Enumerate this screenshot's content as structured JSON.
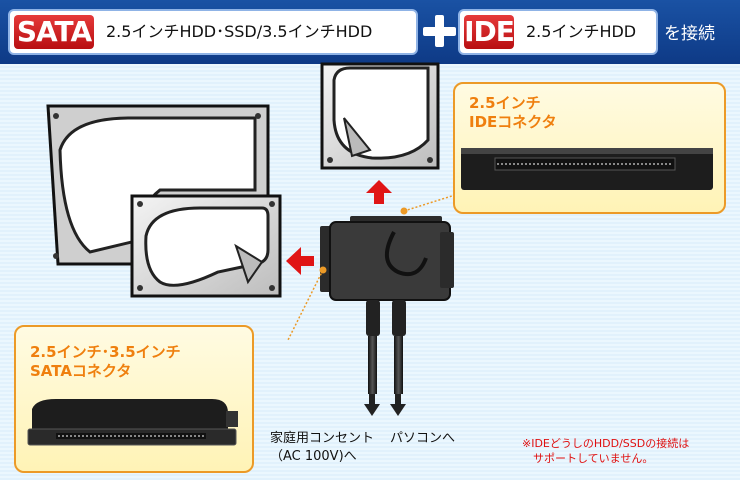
{
  "header": {
    "sata": {
      "label": "SATA",
      "description": "2.5インチHDD･SSD/3.5インチHDD"
    },
    "plus_icon": "plus-icon",
    "ide": {
      "label": "IDE",
      "description": "2.5インチHDD"
    },
    "suffix": "を接続"
  },
  "callouts": {
    "ide_connector": {
      "title": "2.5インチ\nIDEコネクタ"
    },
    "sata_connector": {
      "title": "2.5インチ･3.5インチ\nSATAコネクタ"
    }
  },
  "outputs": {
    "outlet": "家庭用コンセント\n（AC 100V)へ",
    "pc": "パソコンへ"
  },
  "note": "※IDEどうしのHDD/SSDの接続は\n　サポートしていません。",
  "colors": {
    "header_bg": "#1a52a4",
    "tag_red": "#d42226",
    "arrow_red": "#e01515",
    "callout_border": "#ec9a27",
    "callout_title": "#ef7f0e",
    "note_red": "#e01010"
  }
}
